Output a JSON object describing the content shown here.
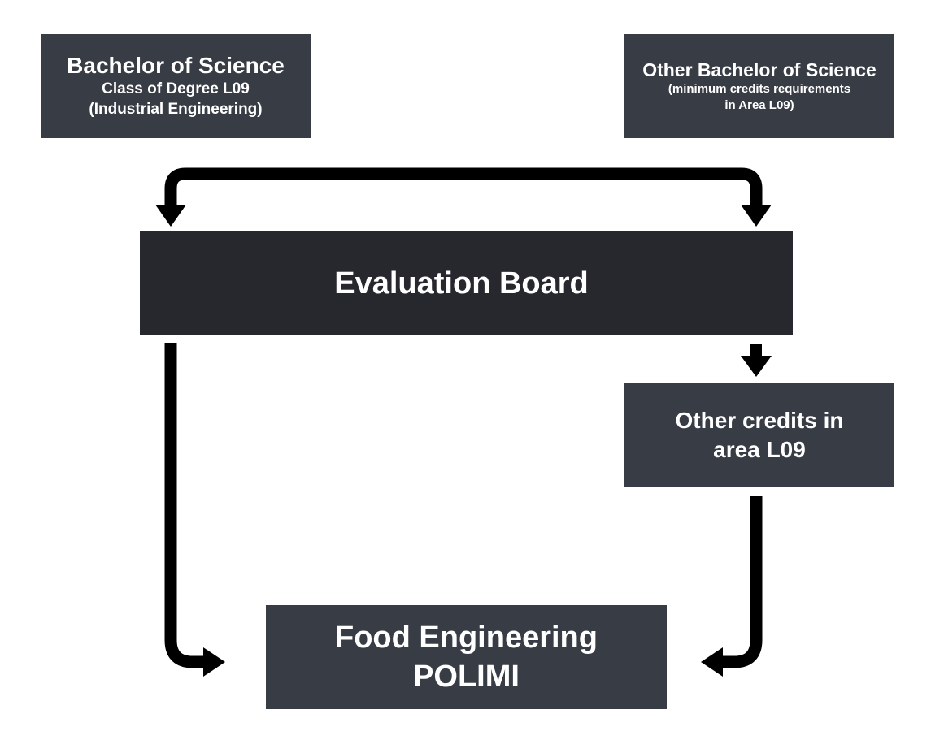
{
  "nodes": {
    "bsc_l09": {
      "title": "Bachelor of Science",
      "line2": "Class of Degree L09",
      "line3": "(Industrial Engineering)"
    },
    "other_bsc": {
      "title": "Other Bachelor of Science",
      "line2": "(minimum credits requirements",
      "line3": "in Area L09)"
    },
    "evaluation_board": {
      "title": "Evaluation Board"
    },
    "other_credits": {
      "line1": "Other credits in",
      "line2": "area L09"
    },
    "food_engineering": {
      "line1": "Food Engineering",
      "line2": "POLIMI"
    }
  },
  "colors": {
    "box": "#383c45",
    "evaluation_box": "#26282d",
    "text": "#ffffff",
    "arrow": "#000000"
  }
}
